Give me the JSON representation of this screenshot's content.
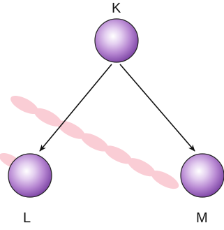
{
  "diagram": {
    "nodes": {
      "top": {
        "label": "K"
      },
      "left": {
        "label": "L"
      },
      "right": {
        "label": "M"
      }
    },
    "edges": [
      {
        "from": "K",
        "to": "L"
      },
      {
        "from": "K",
        "to": "M"
      }
    ],
    "colors": {
      "node_fill_center": "#ffffff",
      "node_fill_mid": "#c9a0dc",
      "node_fill_edge": "#8a4fb1",
      "node_stroke": "#222222",
      "arrow": "#111111",
      "watermark": "#f39aa8"
    }
  }
}
